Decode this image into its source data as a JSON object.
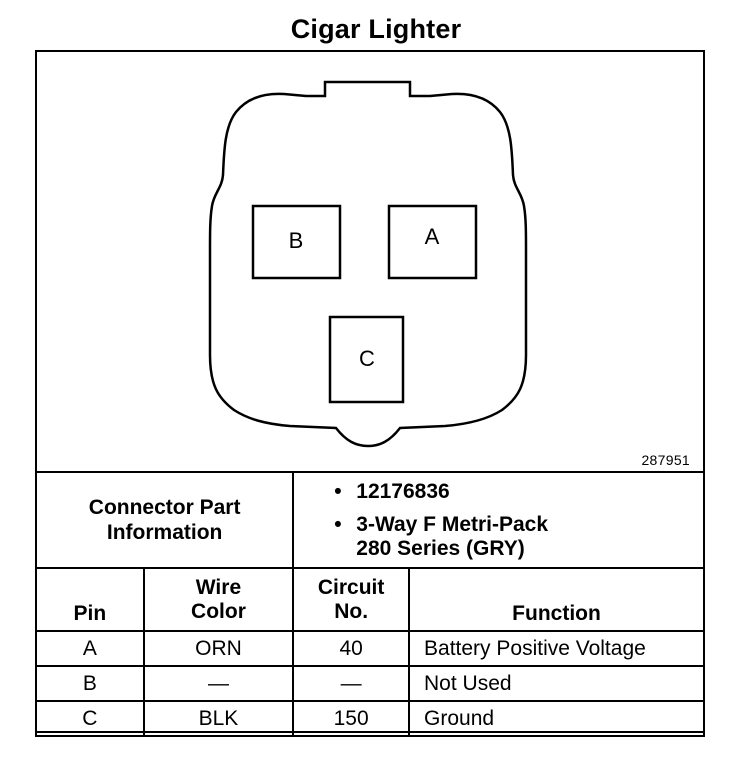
{
  "title": "Cigar Lighter",
  "figure_code": "287951",
  "connector": {
    "pins": [
      {
        "id": "pin-b",
        "label": "B"
      },
      {
        "id": "pin-a",
        "label": "A"
      },
      {
        "id": "pin-c",
        "label": "C"
      }
    ]
  },
  "part_info": {
    "label_line1": "Connector Part",
    "label_line2": "Information",
    "bullet": "•",
    "items": [
      {
        "line1": "12176836",
        "line2": ""
      },
      {
        "line1": "3-Way F Metri-Pack",
        "line2": "280 Series (GRY)"
      }
    ]
  },
  "table": {
    "headers": {
      "pin": "Pin",
      "wire_color_line1": "Wire",
      "wire_color_line2": "Color",
      "circuit_line1": "Circuit",
      "circuit_line2": "No.",
      "function": "Function"
    },
    "rows": [
      {
        "pin": "A",
        "wire_color": "ORN",
        "circuit": "40",
        "function": "Battery Positive Voltage"
      },
      {
        "pin": "B",
        "wire_color": "—",
        "circuit": "—",
        "function": "Not Used"
      },
      {
        "pin": "C",
        "wire_color": "BLK",
        "circuit": "150",
        "function": "Ground"
      }
    ]
  }
}
